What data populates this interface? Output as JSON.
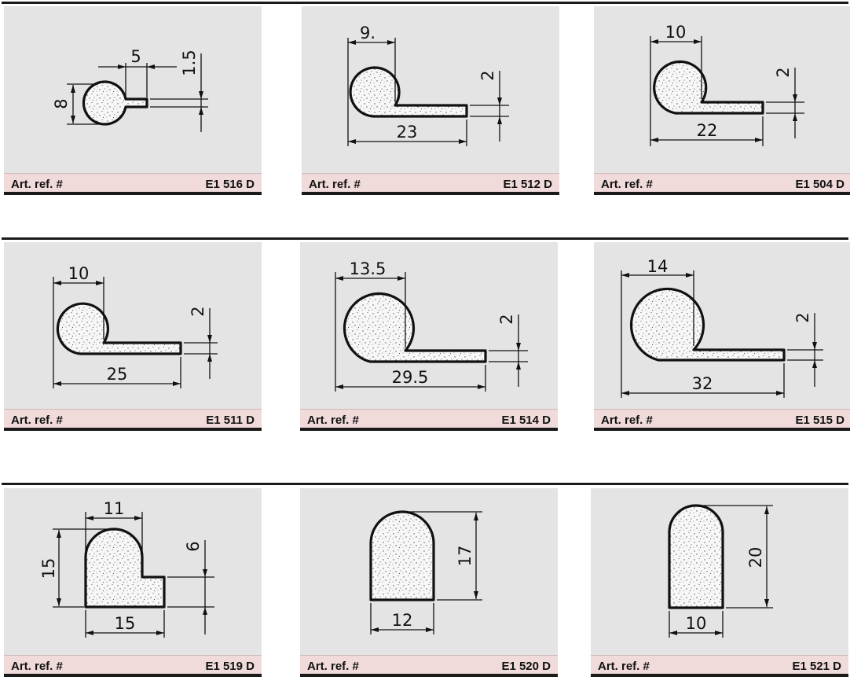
{
  "label_key": "Art. ref. #",
  "profiles": [
    {
      "ref": "E1 516 D",
      "dims": [
        "8",
        "5",
        "1.5"
      ]
    },
    {
      "ref": "E1 512 D",
      "dims": [
        "9.",
        "23",
        "2"
      ]
    },
    {
      "ref": "E1 504 D",
      "dims": [
        "10",
        "22",
        "2"
      ]
    },
    {
      "ref": "E1 511 D",
      "dims": [
        "10",
        "25",
        "2"
      ]
    },
    {
      "ref": "E1 514 D",
      "dims": [
        "13.5",
        "29.5",
        "2"
      ]
    },
    {
      "ref": "E1 515 D",
      "dims": [
        "14",
        "32",
        "2"
      ]
    },
    {
      "ref": "E1 519 D",
      "dims": [
        "11",
        "15",
        "6",
        "15"
      ]
    },
    {
      "ref": "E1 520 D",
      "dims": [
        "17",
        "12"
      ]
    },
    {
      "ref": "E1 521 D",
      "dims": [
        "20",
        "10"
      ]
    }
  ]
}
